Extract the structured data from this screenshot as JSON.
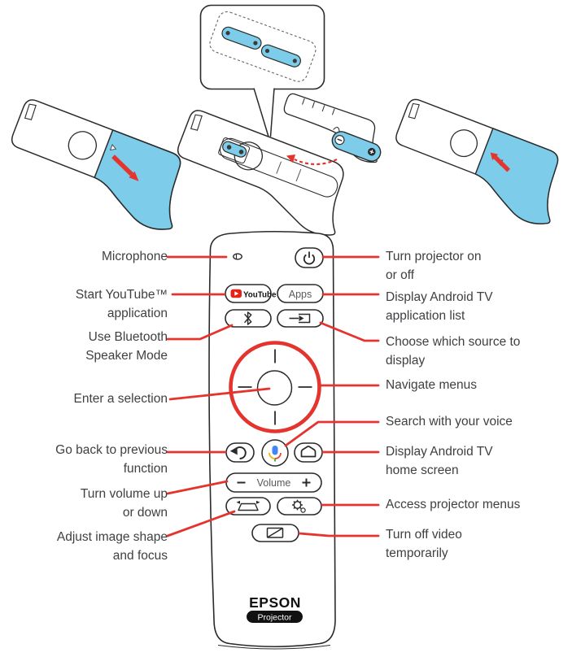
{
  "colors": {
    "callout_red": "#e5332d",
    "battery_blue": "#7cccea",
    "outline": "#2a2a2a",
    "label_text": "#3f4043",
    "button_text_gray": "#58595b",
    "youtube_red": "#e62117",
    "mic_blue": "#4285f4",
    "mic_yellow": "#f4b400",
    "mic_red": "#ea4335",
    "mic_green": "#34a853"
  },
  "remote": {
    "youtube": "YouTube",
    "apps": "Apps",
    "volume": "Volume",
    "brand": "EPSON",
    "badge": "Projector"
  },
  "labels": {
    "left": [
      {
        "line1": "Microphone",
        "line2": ""
      },
      {
        "line1": "Start YouTube™",
        "line2": "application"
      },
      {
        "line1": "Use Bluetooth",
        "line2": "Speaker Mode"
      },
      {
        "line1": "Enter a selection",
        "line2": ""
      },
      {
        "line1": "Go back to previous",
        "line2": "function"
      },
      {
        "line1": "Turn volume up",
        "line2": "or down"
      },
      {
        "line1": "Adjust image shape",
        "line2": "and focus"
      }
    ],
    "right": [
      {
        "line1": "Turn projector on",
        "line2": "or off"
      },
      {
        "line1": "Display Android TV",
        "line2": "application list"
      },
      {
        "line1": "Choose which source to",
        "line2": "display"
      },
      {
        "line1": "Navigate menus",
        "line2": ""
      },
      {
        "line1": "Search with your voice",
        "line2": ""
      },
      {
        "line1": "Display Android TV",
        "line2": "home screen"
      },
      {
        "line1": "Access projector menus",
        "line2": ""
      },
      {
        "line1": "Turn off video",
        "line2": "temporarily"
      }
    ]
  }
}
